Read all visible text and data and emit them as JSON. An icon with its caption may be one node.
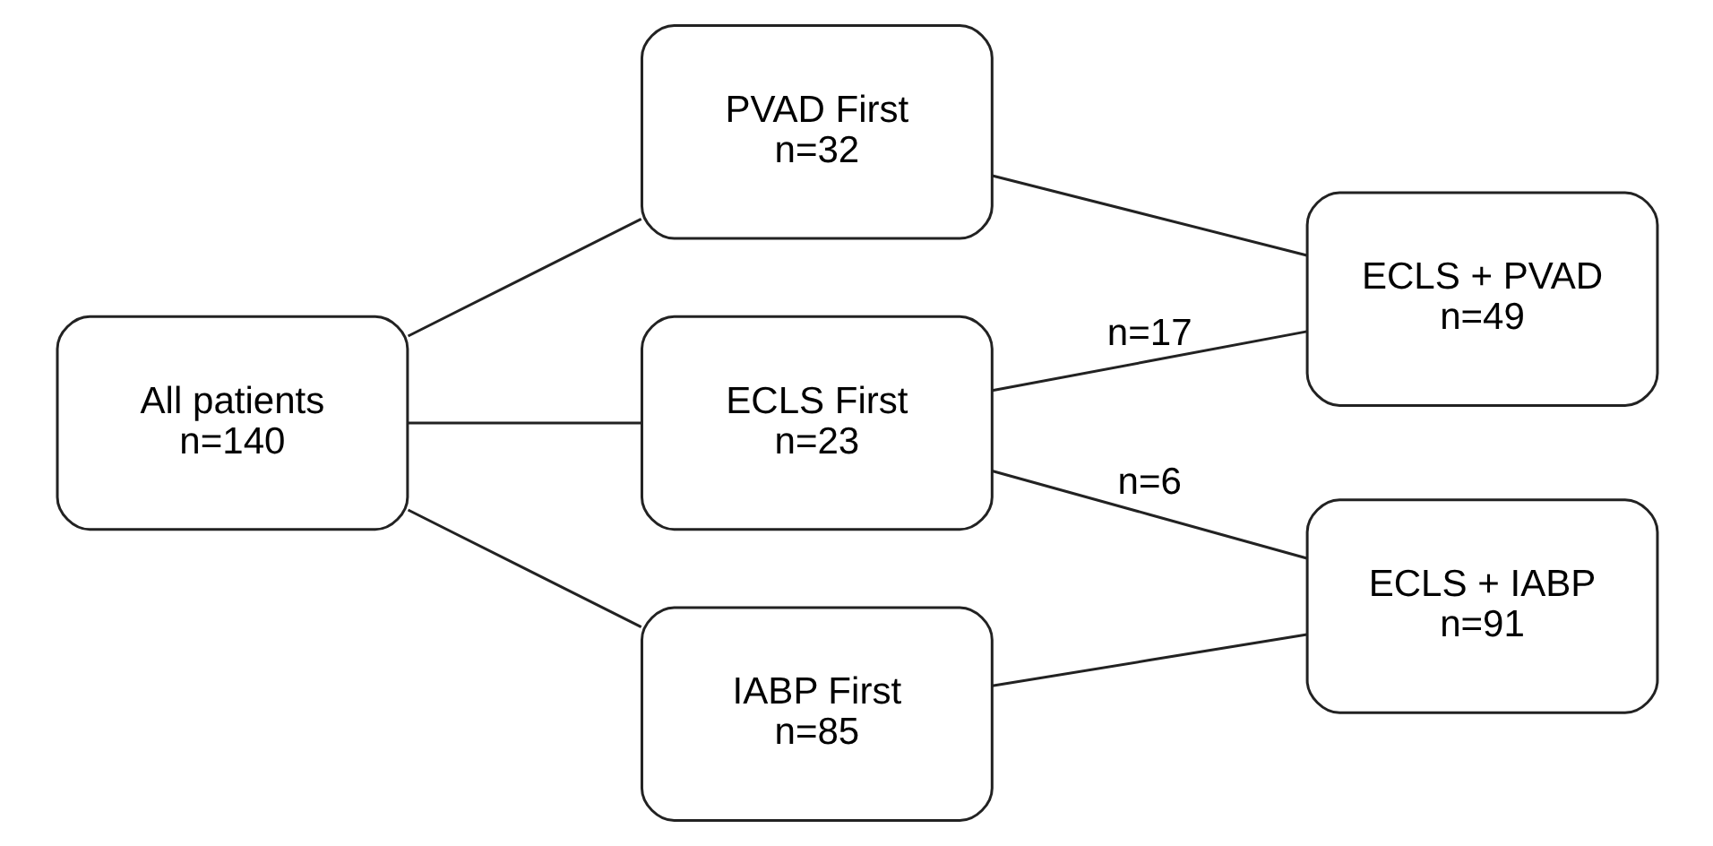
{
  "diagram": {
    "nodes": [
      {
        "text": [
          "All patients",
          "n=140"
        ]
      },
      {
        "text": [
          "PVAD First",
          "n=32"
        ]
      },
      {
        "text": [
          "ECLS First",
          "n=23"
        ]
      },
      {
        "text": [
          "IABP First",
          "n=85"
        ]
      },
      {
        "text": [
          "ECLS + PVAD",
          "n=49"
        ]
      },
      {
        "text": [
          "ECLS + IABP",
          "n=91"
        ]
      }
    ],
    "edges": [
      {
        "from": 0,
        "to": 1,
        "arrow": "none"
      },
      {
        "from": 0,
        "to": 2,
        "arrow": "none"
      },
      {
        "from": 0,
        "to": 3,
        "arrow": "none"
      },
      {
        "from": 1,
        "to": 4,
        "arrow": "none"
      },
      {
        "from": 2,
        "to": 4,
        "arrow": "none",
        "label": "n=17"
      },
      {
        "from": 2,
        "to": 5,
        "arrow": "none",
        "label": "n=6"
      },
      {
        "from": 3,
        "to": 5,
        "arrow": "none"
      }
    ]
  }
}
